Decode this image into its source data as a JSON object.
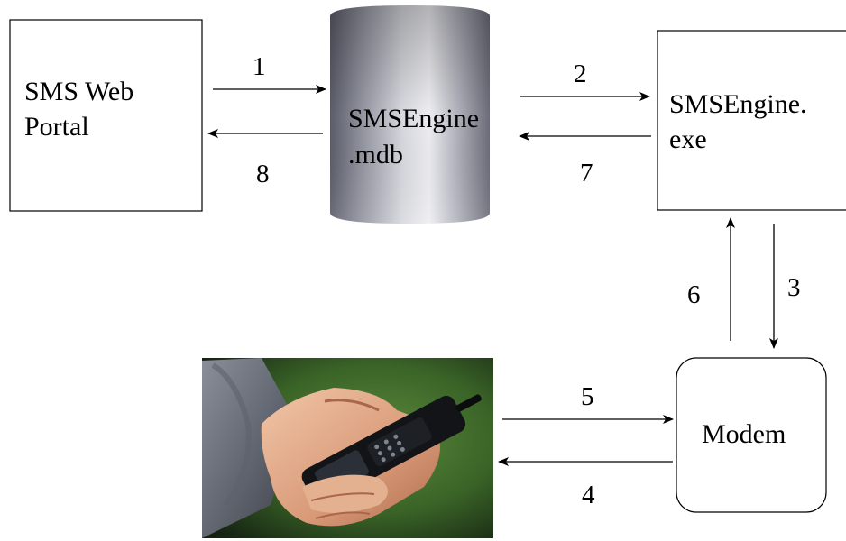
{
  "nodes": {
    "web_portal": {
      "line1": "SMS Web",
      "line2": "Portal"
    },
    "database": {
      "line1": "SMSEngine",
      "line2": ".mdb"
    },
    "engine": {
      "line1": "SMSEngine.",
      "line2": "exe"
    },
    "modem": {
      "label": "Modem"
    },
    "phone": {
      "description_icon": "hand-holding-phone"
    }
  },
  "arrows": [
    {
      "label": "1",
      "from": "web_portal",
      "to": "database"
    },
    {
      "label": "2",
      "from": "database",
      "to": "engine"
    },
    {
      "label": "3",
      "from": "engine",
      "to": "modem"
    },
    {
      "label": "4",
      "from": "modem",
      "to": "phone"
    },
    {
      "label": "5",
      "from": "phone",
      "to": "modem"
    },
    {
      "label": "6",
      "from": "modem",
      "to": "engine"
    },
    {
      "label": "7",
      "from": "engine",
      "to": "database"
    },
    {
      "label": "8",
      "from": "database",
      "to": "web_portal"
    }
  ],
  "colors": {
    "stroke": "#000000",
    "cylinder_dark": "#5b5e6b",
    "cylinder_light": "#f2f2f5",
    "photo_green": "#3f6b2a",
    "photo_dark": "#0f1a0c"
  }
}
